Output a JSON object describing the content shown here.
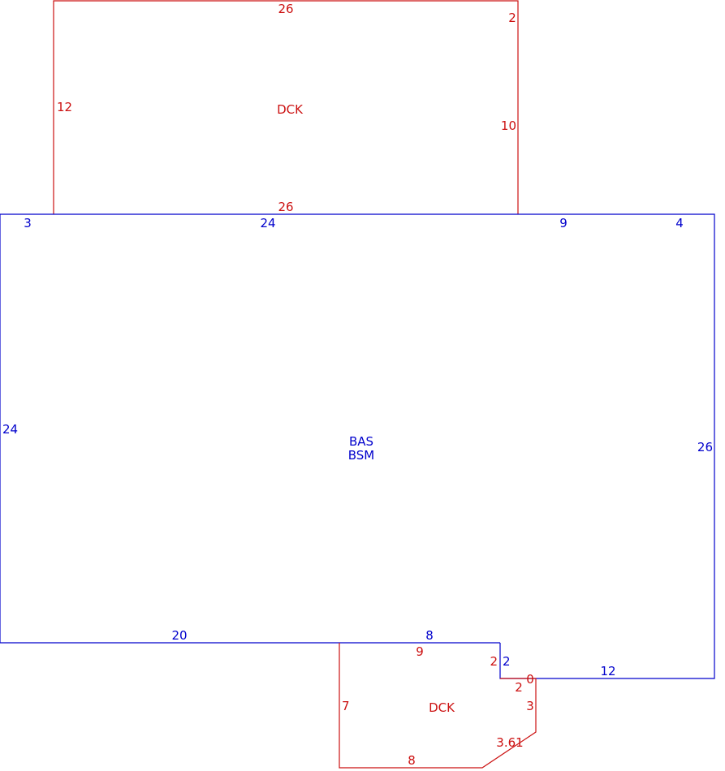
{
  "colors": {
    "deck": "#cc1111",
    "main": "#0000cc",
    "background": "#ffffff"
  },
  "areas": {
    "top_deck": {
      "name": "DCK",
      "dimensions": {
        "top": "26",
        "right_top": "2",
        "left": "12",
        "right": "10",
        "bottom": "26"
      }
    },
    "main": {
      "name_line1": "BAS",
      "name_line2": "BSM",
      "dimensions": {
        "top_left": "3",
        "top_mid": "24",
        "top_right_a": "9",
        "top_right_b": "4",
        "left": "24",
        "right": "26",
        "bottom_left": "20",
        "bottom_mid": "8",
        "notch": "2",
        "bottom_right": "12"
      }
    },
    "bottom_deck": {
      "name": "DCK",
      "dimensions": {
        "top": "9",
        "notch": "2",
        "zero": "0",
        "step": "2",
        "right": "3",
        "diagonal": "3.61",
        "left": "7",
        "bottom": "8"
      }
    }
  }
}
